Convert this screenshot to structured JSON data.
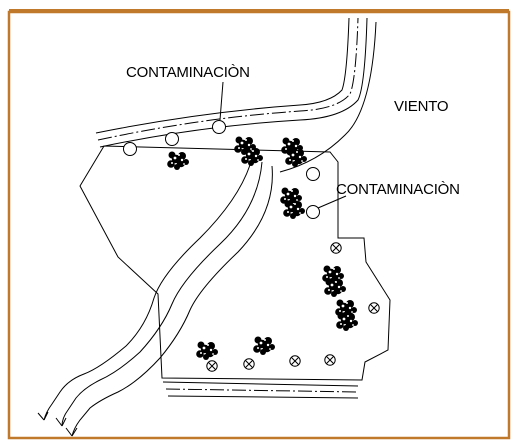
{
  "labels": {
    "pollution_top": "CONTAMINACIÒN",
    "wind": "VIENTO",
    "pollution_right": "CONTAMINACIÒN"
  },
  "colors": {
    "frame": "#c0782a",
    "ink": "#000000",
    "background": "#ffffff"
  },
  "symbols": {
    "pollution_source": "open-circle-icon",
    "crossed_marker": "crossed-circle-icon",
    "tree": "tree-cluster-icon"
  }
}
